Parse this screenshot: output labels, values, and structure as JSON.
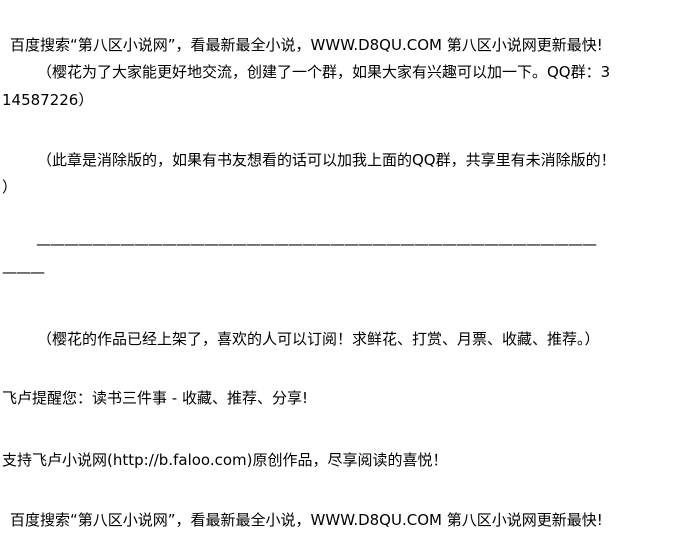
{
  "lines": {
    "header_ad": "百度搜索“第八区小说网”，看最新最全小说，WWW.D8QU.COM  第八区小说网更新最快!",
    "qq_note_1": "（樱花为了大家能更好地交流，创建了一个群，如果大家有兴趣可以加一下。QQ群：3",
    "qq_note_2": "14587226）",
    "edit_note_1": "（此章是消除版的，如果有书友想看的话可以加我上面的QQ群，共享里有未消除版的！",
    "edit_note_2": "）",
    "divider_1": "————————————————————————————————————————",
    "divider_2": "———",
    "promo": "（樱花的作品已经上架了，喜欢的人可以订阅！求鲜花、打赏、月票、收藏、推荐。）",
    "faloo_tip": "飞卢提醒您：读书三件事 - 收藏、推荐、分享!",
    "faloo_support": "支持飞卢小说网(http://b.faloo.com)原创作品，尽享阅读的喜悦！",
    "footer_ad": "百度搜索“第八区小说网”，看最新最全小说，WWW.D8QU.COM  第八区小说网更新最快!"
  }
}
